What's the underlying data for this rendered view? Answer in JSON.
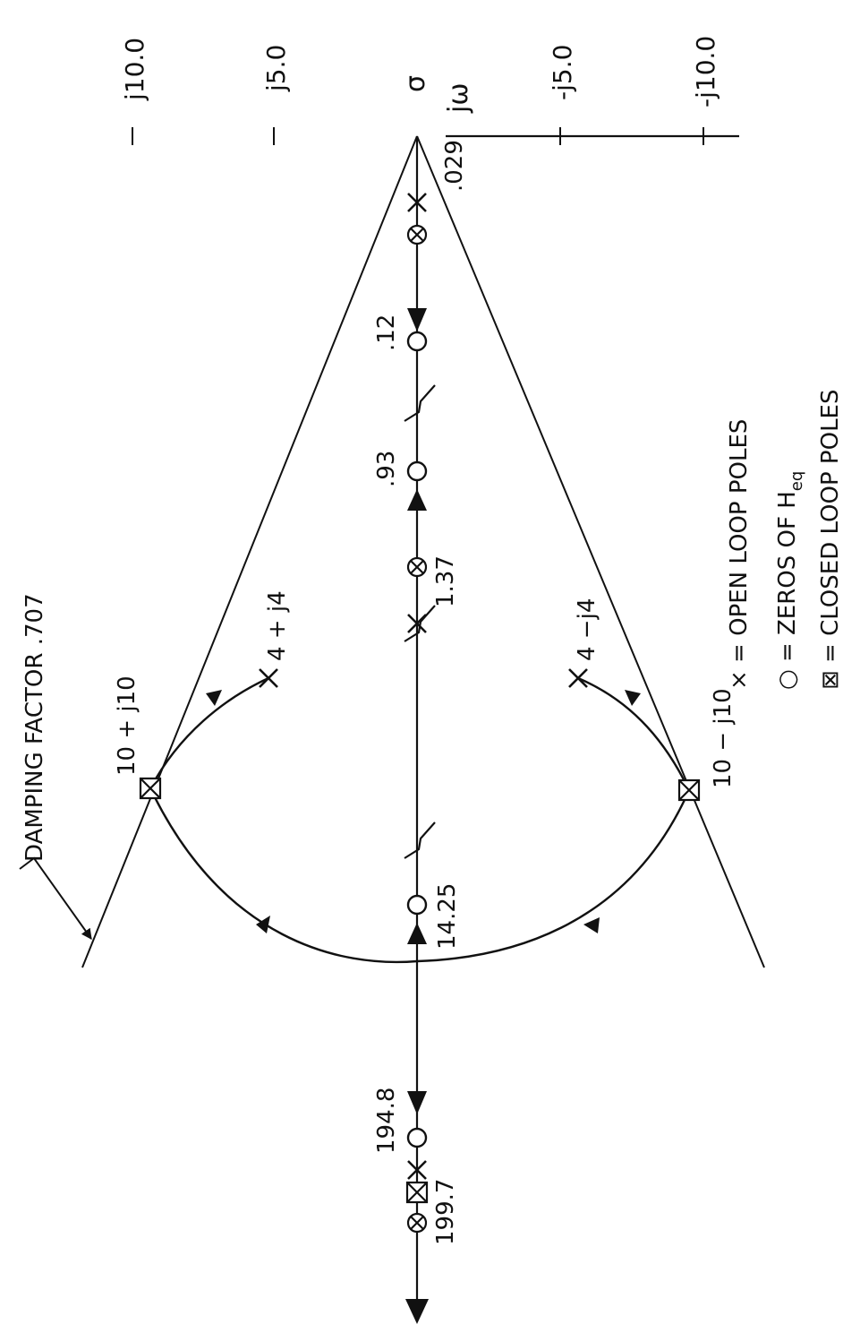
{
  "axes": {
    "imag_label": "jω",
    "real_label": "σ",
    "ticks": [
      "j10.0",
      "j5.0",
      "-j5.0",
      "-j10.0"
    ]
  },
  "damping_label": "DAMPING FACTOR  .707",
  "points": {
    "origin_value": ".029",
    "zero_012": ".12",
    "zero_093": ".93",
    "pole_137": "1.37",
    "zero_1425": "14.25",
    "zero_1948": "194.8",
    "pole_1997": "199.7",
    "pole_upper": "4 + j4",
    "pole_lower": "4 −j4",
    "cl_upper": "10 + j10",
    "cl_lower": "10 − j10"
  },
  "legend": {
    "open_loop": "× = OPEN LOOP POLES",
    "zeros": "○ = ZEROS OF  H",
    "zeros_sub": "eq",
    "closed_loop": "⊠ = CLOSED LOOP POLES"
  }
}
